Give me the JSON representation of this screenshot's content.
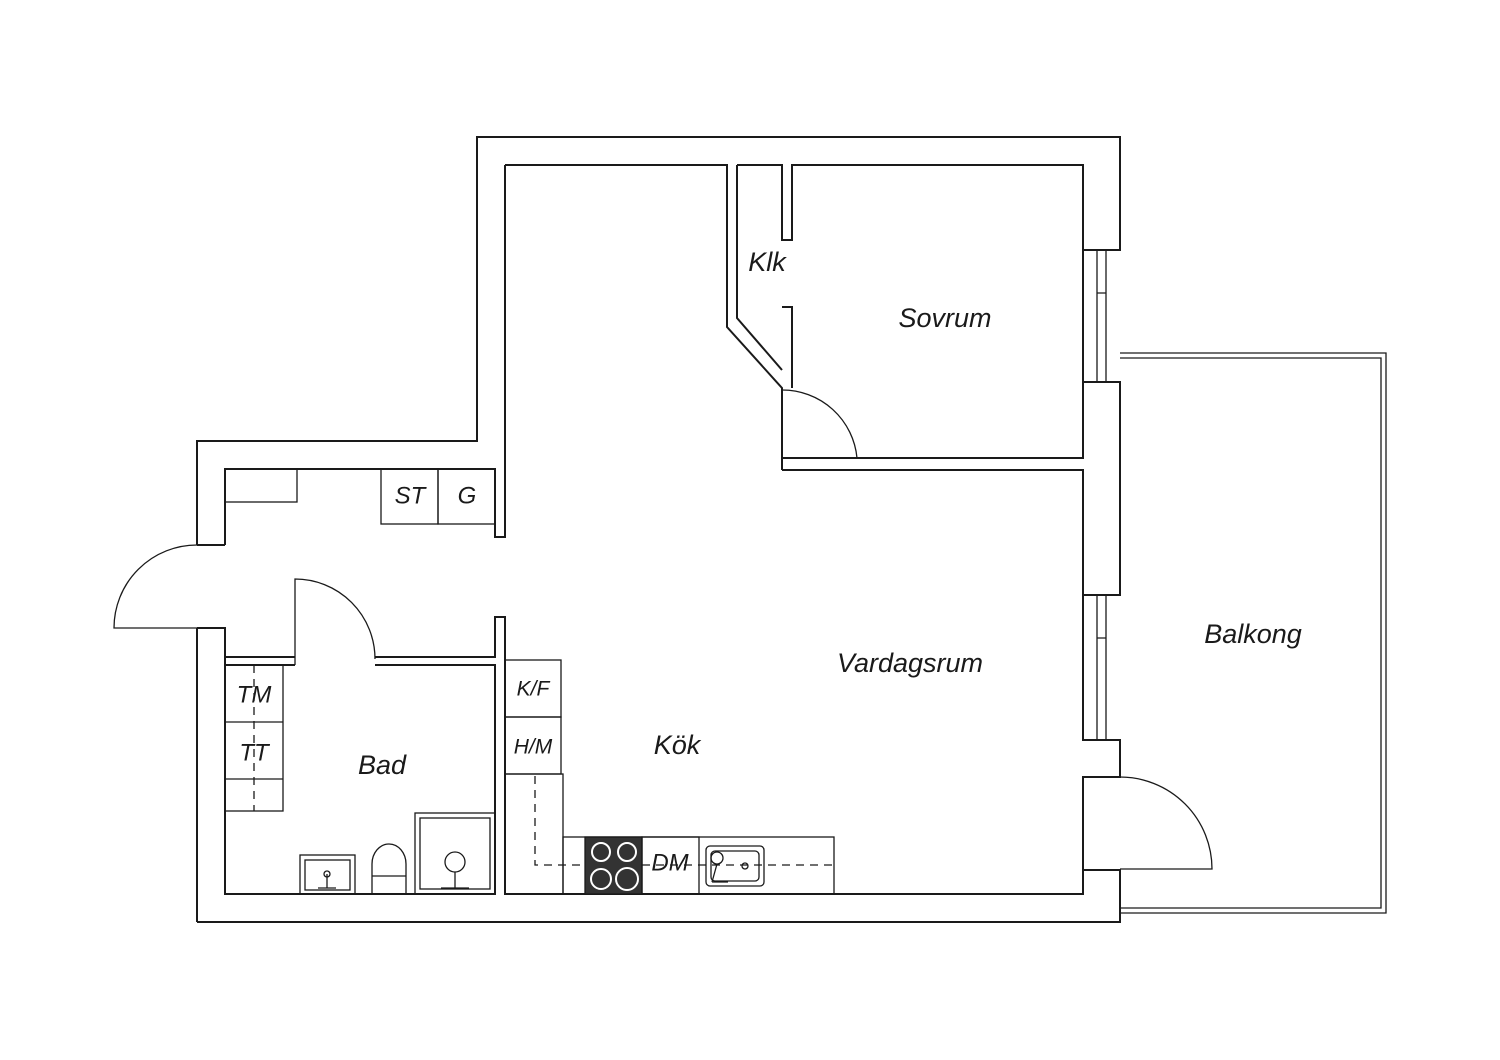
{
  "rooms": {
    "klk": "Klk",
    "sovrum": "Sovrum",
    "vardagsrum": "Vardagsrum",
    "kok": "Kök",
    "bad": "Bad",
    "balkong": "Balkong"
  },
  "fixtures": {
    "st": "ST",
    "g": "G",
    "tm": "TM",
    "tt": "TT",
    "kf": "K/F",
    "hm": "H/M",
    "dm": "DM"
  }
}
